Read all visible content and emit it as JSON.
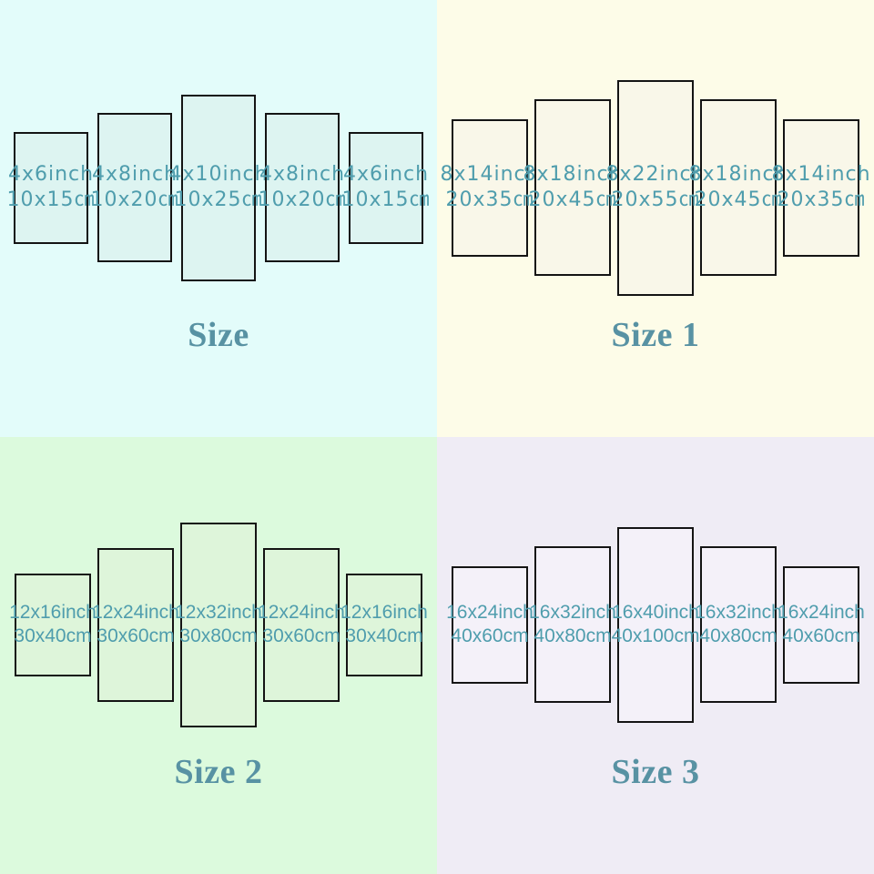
{
  "image": {
    "description_label": "5-panel canvas wall art size chart",
    "border_color": "#141414"
  },
  "quadrants": [
    {
      "title": "Size",
      "bg": "#e3fcfa",
      "panel_fill": "#ddf4f1",
      "label_color": "#4f9dad",
      "title_color": "#5892a3",
      "panels": [
        {
          "inch": "4x6inch",
          "cm": "10x15㎝"
        },
        {
          "inch": "4x8inch",
          "cm": "10x20㎝"
        },
        {
          "inch": "4x10inch",
          "cm": "10x25㎝"
        },
        {
          "inch": "4x8inch",
          "cm": "10x20㎝"
        },
        {
          "inch": "4x6inch",
          "cm": "10x15㎝"
        }
      ]
    },
    {
      "title": "Size 1",
      "bg": "#fdfce8",
      "panel_fill": "#f9f7e9",
      "label_color": "#4f9dad",
      "title_color": "#5892a3",
      "panels": [
        {
          "inch": "8x14inch",
          "cm": "20x35㎝"
        },
        {
          "inch": "8x18inch",
          "cm": "20x45㎝"
        },
        {
          "inch": "8x22inch",
          "cm": "20x55㎝"
        },
        {
          "inch": "8x18inch",
          "cm": "20x45㎝"
        },
        {
          "inch": "8x14inch",
          "cm": "20x35㎝"
        }
      ]
    },
    {
      "title": "Size 2",
      "bg": "#dcfadd",
      "panel_fill": "#def5da",
      "label_color": "#4f9dad",
      "title_color": "#5892a3",
      "panels": [
        {
          "inch": "12x16inch",
          "cm": "30x40cm"
        },
        {
          "inch": "12x24inch",
          "cm": "30x60cm"
        },
        {
          "inch": "12x32inch",
          "cm": "30x80cm"
        },
        {
          "inch": "12x24inch",
          "cm": "30x60cm"
        },
        {
          "inch": "12x16inch",
          "cm": "30x40cm"
        }
      ]
    },
    {
      "title": "Size 3",
      "bg": "#efecf5",
      "panel_fill": "#f4f1f9",
      "label_color": "#4f9dad",
      "title_color": "#5892a3",
      "panels": [
        {
          "inch": "16x24inch",
          "cm": "40x60cm"
        },
        {
          "inch": "16x32inch",
          "cm": "40x80cm"
        },
        {
          "inch": "16x40inch",
          "cm": "40x100cm"
        },
        {
          "inch": "16x32inch",
          "cm": "40x80cm"
        },
        {
          "inch": "16x24inch",
          "cm": "40x60cm"
        }
      ]
    }
  ]
}
